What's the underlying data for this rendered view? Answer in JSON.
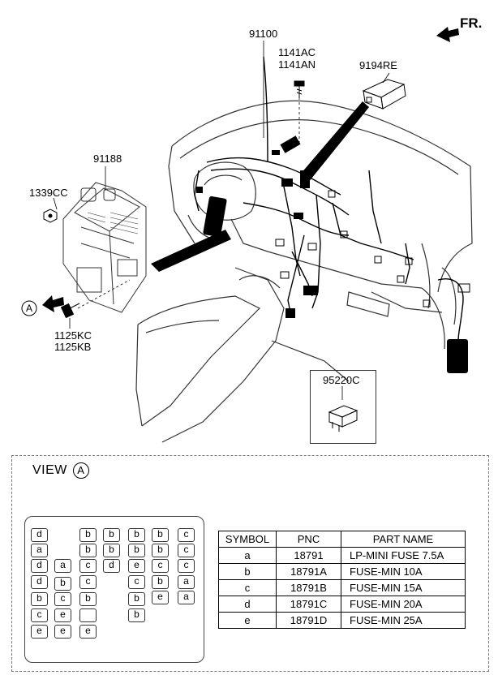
{
  "labels": {
    "fr": "FR.",
    "p91100": "91100",
    "p1141ac": "1141AC",
    "p1141an": "1141AN",
    "p9194re": "9194RE",
    "p91188": "91188",
    "p1339cc": "1339CC",
    "p1125kc": "1125KC",
    "p1125kb": "1125KB",
    "p95220c": "95220C",
    "callout_a": "A"
  },
  "view": {
    "title": "VIEW",
    "marker": "A"
  },
  "fuses": {
    "r0c0": "d",
    "r0c3": "b",
    "r0c4": "b",
    "r0c5": "b",
    "r0c6": "b",
    "r0c7": "c",
    "r1c0": "a",
    "r1c3": "b",
    "r1c4": "b",
    "r1c5": "b",
    "r1c6": "b",
    "r1c7": "c",
    "r2c0": "d",
    "r2c1": "a",
    "r2c2": "c",
    "r2c3": "d",
    "r2c4": "e",
    "r2c5": "c",
    "r2c6": "c",
    "r2c7": "c",
    "r3c0": "d",
    "r3c1": "b",
    "r3c2": "c",
    "r3c4": "c",
    "r3c5": "b",
    "r3c6": "a",
    "r4c0": "b",
    "r4c1": "c",
    "r4c2": "b",
    "r4c4": "b",
    "r4c5": "e",
    "r4c6": "a",
    "r5c0": "c",
    "r5c1": "e",
    "r5c2": "",
    "r5c4": "b",
    "r6c0": "e",
    "r6c1": "e",
    "r6c2": "e"
  },
  "table": {
    "headers": {
      "symbol": "SYMBOL",
      "pnc": "PNC",
      "name": "PART NAME"
    },
    "rows": [
      {
        "symbol": "a",
        "pnc": "18791",
        "name": "LP-MINI FUSE 7.5A"
      },
      {
        "symbol": "b",
        "pnc": "18791A",
        "name": "FUSE-MIN 10A"
      },
      {
        "symbol": "c",
        "pnc": "18791B",
        "name": "FUSE-MIN 15A"
      },
      {
        "symbol": "d",
        "pnc": "18791C",
        "name": "FUSE-MIN 20A"
      },
      {
        "symbol": "e",
        "pnc": "18791D",
        "name": "FUSE-MIN 25A"
      }
    ]
  }
}
